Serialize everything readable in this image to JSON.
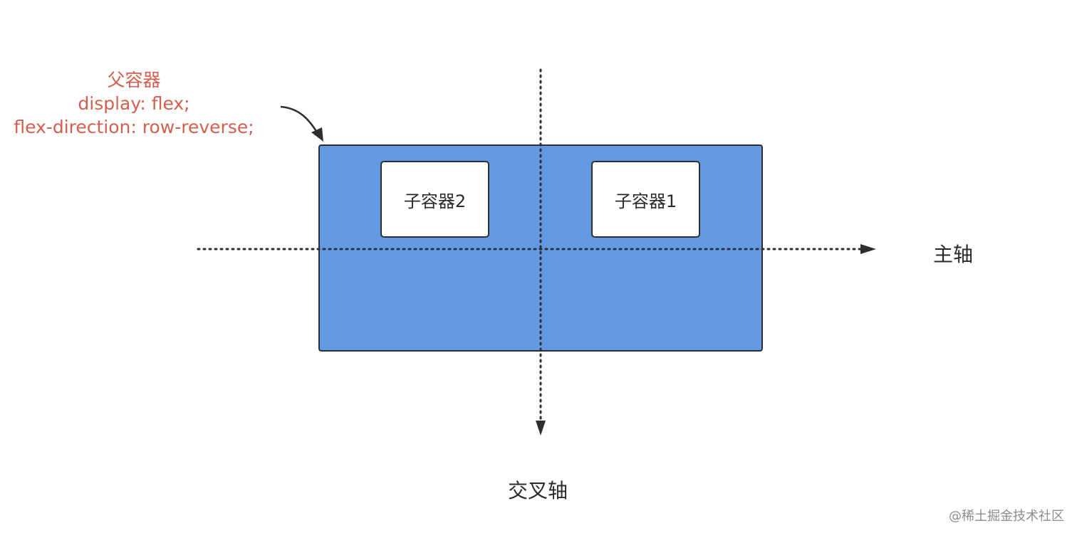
{
  "annotation": {
    "title": "父容器",
    "line1": "display: flex;",
    "line2": "flex-direction: row-reverse;"
  },
  "children": {
    "child_2": "子容器2",
    "child_1": "子容器1"
  },
  "axes": {
    "main_axis": "主轴",
    "cross_axis": "交叉轴"
  },
  "watermark": "@稀土掘金技术社区",
  "colors": {
    "container_fill": "#6399e3",
    "annotation_text": "#d35f4f",
    "line": "#2e2e2e"
  }
}
